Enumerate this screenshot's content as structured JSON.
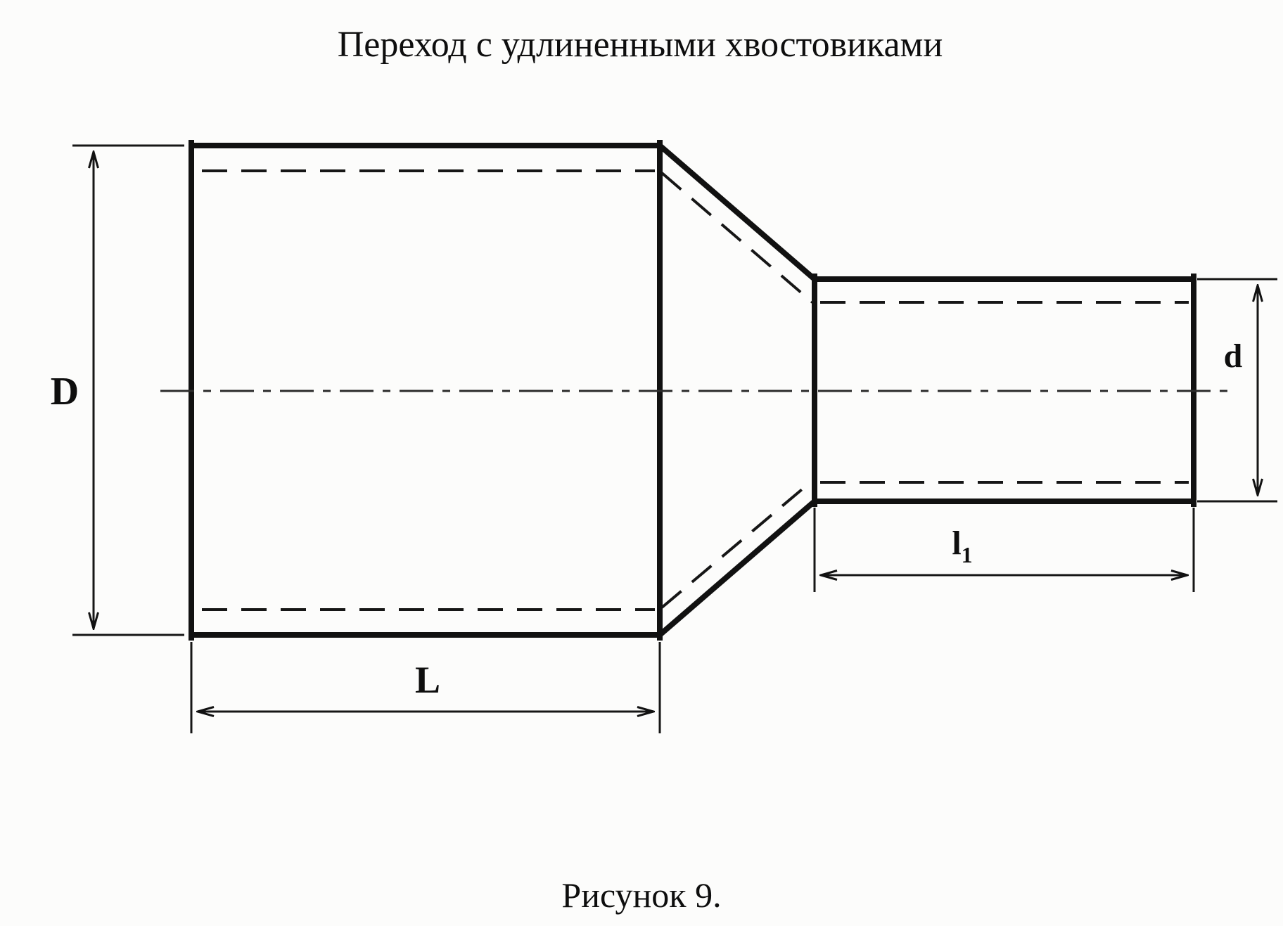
{
  "title": "Переход с удлиненными хвостовиками",
  "caption": "Рисунок 9.",
  "dimensions": {
    "large_diameter": "D",
    "small_diameter": "d",
    "large_length": "L",
    "small_length_base": "l",
    "small_length_sub": "1"
  },
  "colors": {
    "ink": "#111111",
    "paper": "#fcfcfb"
  }
}
